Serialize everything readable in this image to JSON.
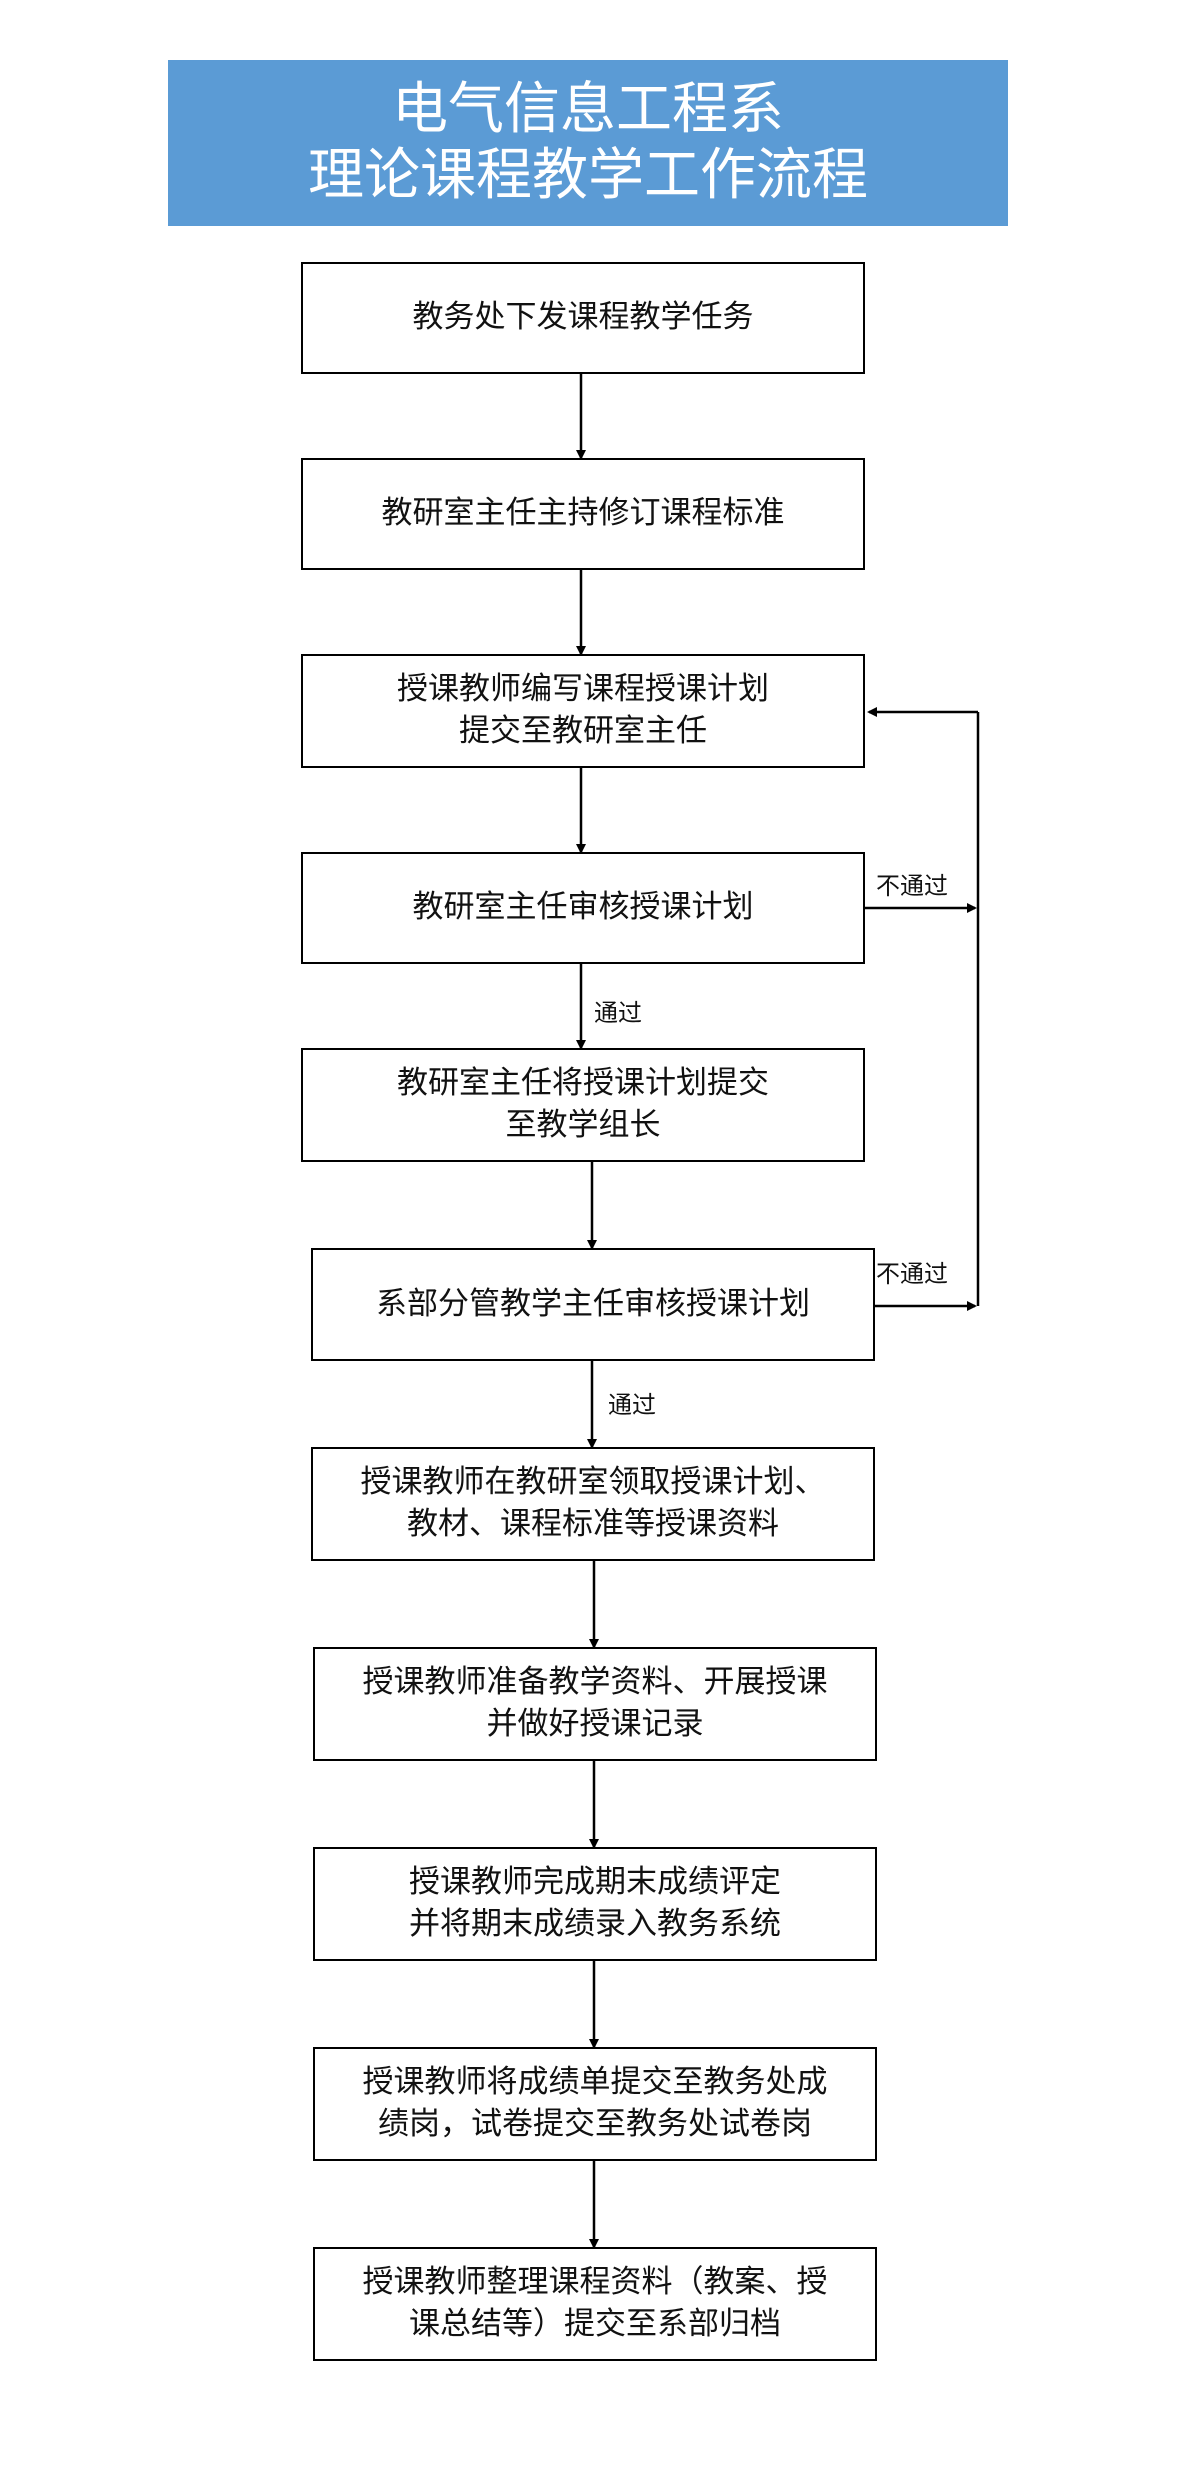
{
  "title": {
    "line1": "电气信息工程系",
    "line2": "理论课程教学工作流程"
  },
  "nodes": [
    {
      "id": "n1",
      "lines": [
        "教务处下发课程教学任务"
      ]
    },
    {
      "id": "n2",
      "lines": [
        "教研室主任主持修订课程标准"
      ]
    },
    {
      "id": "n3",
      "lines": [
        "授课教师编写课程授课计划",
        "提交至教研室主任"
      ]
    },
    {
      "id": "n4",
      "lines": [
        "教研室主任审核授课计划"
      ]
    },
    {
      "id": "n5",
      "lines": [
        "教研室主任将授课计划提交",
        "至教学组长"
      ]
    },
    {
      "id": "n6",
      "lines": [
        "系部分管教学主任审核授课计划"
      ]
    },
    {
      "id": "n7",
      "lines": [
        "授课教师在教研室领取授课计划、",
        "教材、课程标准等授课资料"
      ]
    },
    {
      "id": "n8",
      "lines": [
        "授课教师准备教学资料、开展授课",
        "并做好授课记录"
      ]
    },
    {
      "id": "n9",
      "lines": [
        "授课教师完成期末成绩评定",
        "并将期末成绩录入教务系统"
      ]
    },
    {
      "id": "n10",
      "lines": [
        "授课教师将成绩单提交至教务处成",
        "绩岗，试卷提交至教务处试卷岗"
      ]
    },
    {
      "id": "n11",
      "lines": [
        "授课教师整理课程资料（教案、授",
        "课总结等）提交至系部归档"
      ]
    }
  ],
  "edge_labels": {
    "reject_1": "不通过",
    "pass_1": "通过",
    "reject_2": "不通过",
    "pass_2": "通过"
  }
}
